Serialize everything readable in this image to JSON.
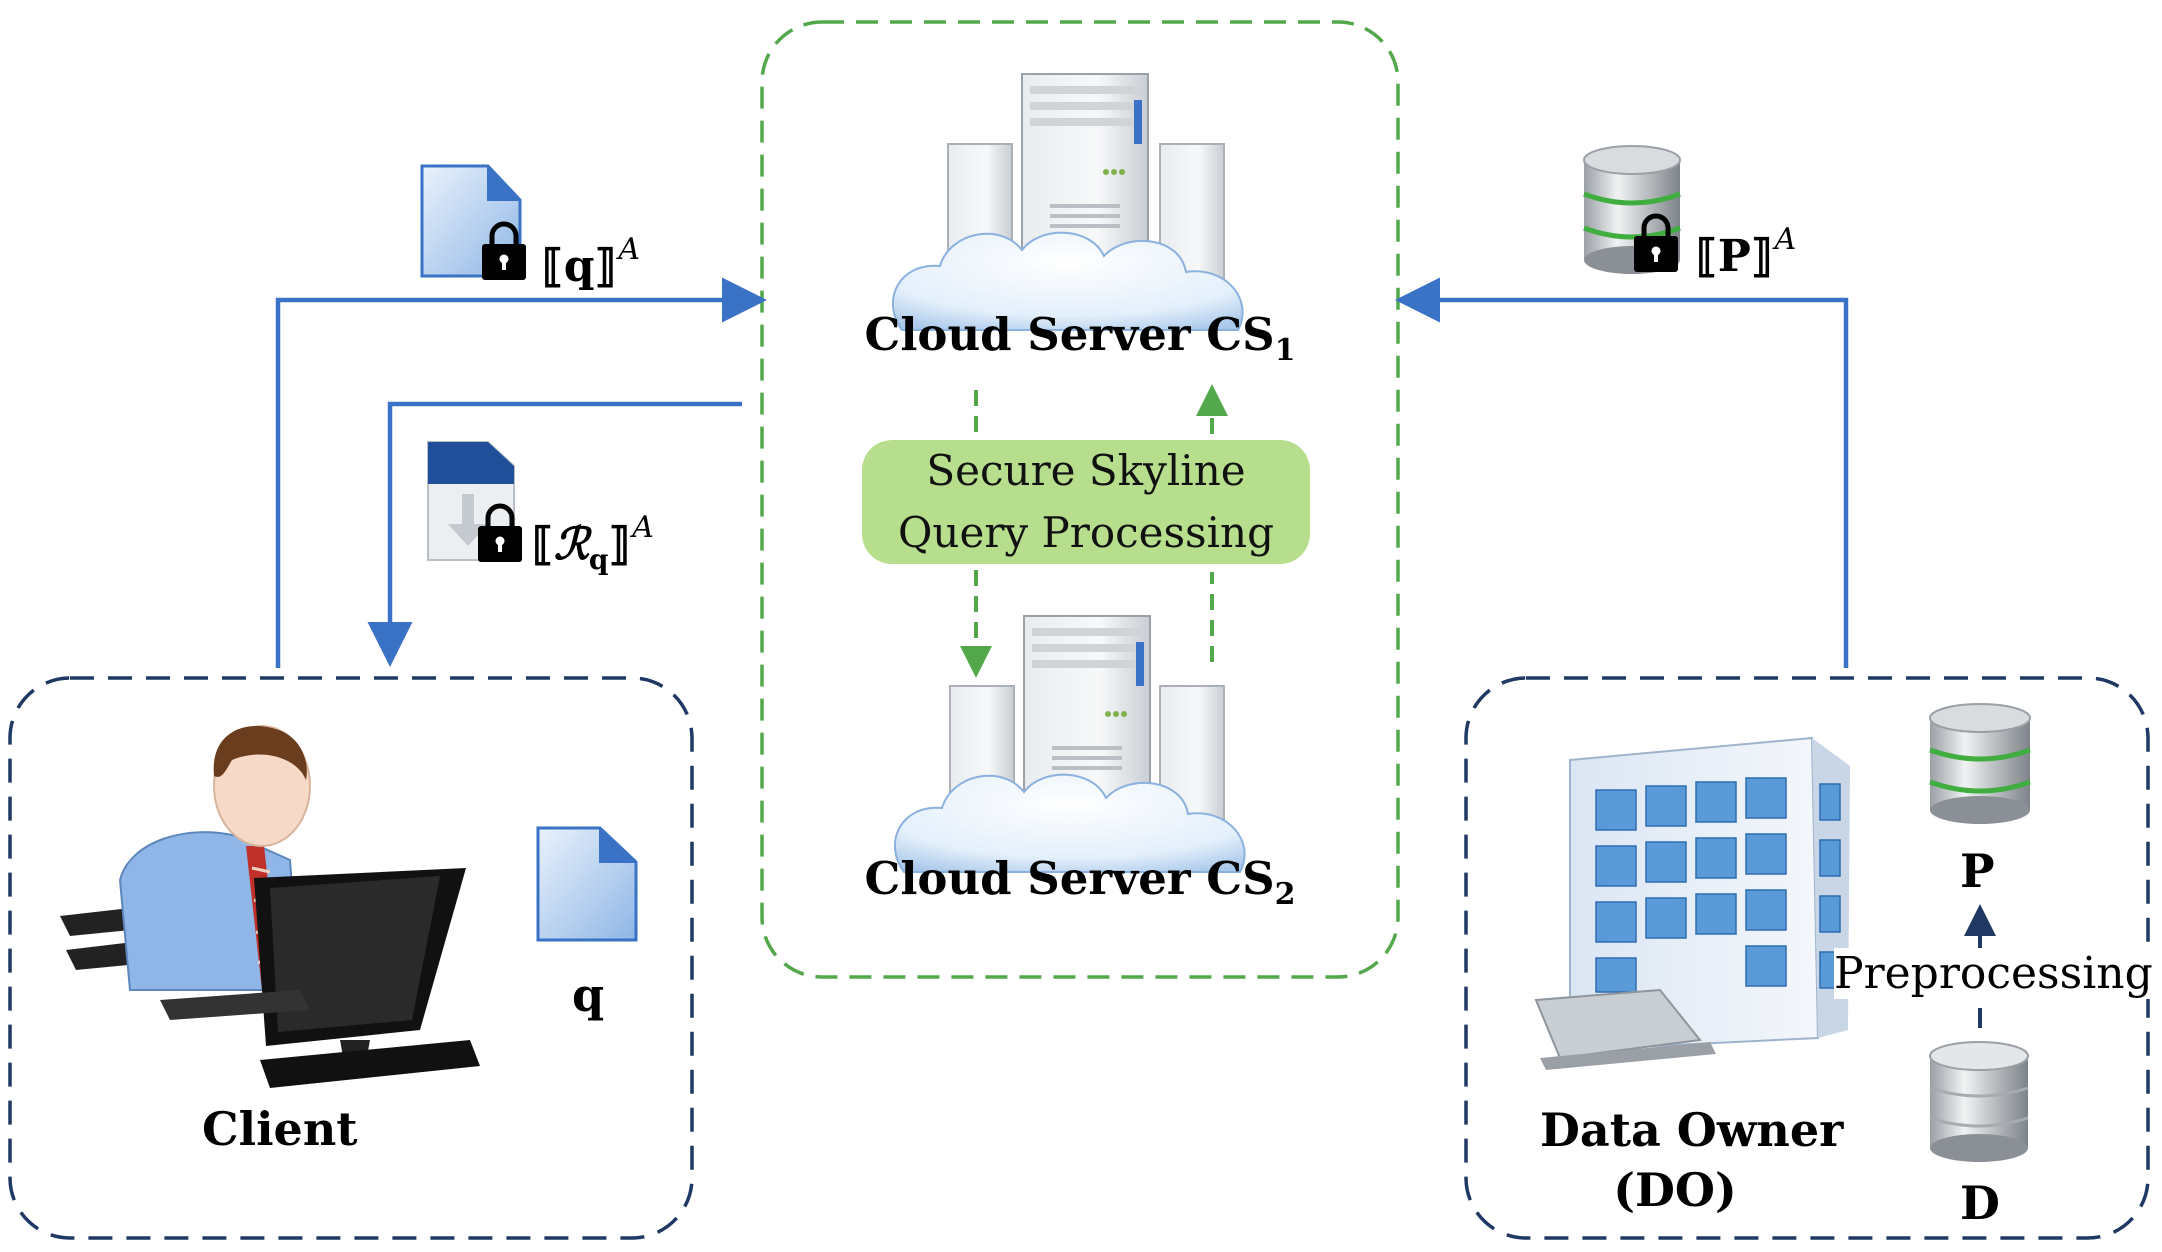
{
  "cloud": {
    "cs1_label": "Cloud Server CS",
    "cs1_sub": "1",
    "cs2_label": "Cloud Server CS",
    "cs2_sub": "2",
    "process_line1": "Secure Skyline",
    "process_line2": "Query Processing"
  },
  "client": {
    "label": "Client",
    "query_label": "q"
  },
  "owner": {
    "label_line1": "Data Owner",
    "label_line2": "(DO)",
    "p_label": "P",
    "d_label": "D",
    "preprocessing": "Preprocessing"
  },
  "messages": {
    "enc_q_base": "⟦q⟧",
    "enc_q_sup": "A",
    "enc_r_open": "⟦",
    "enc_r_script": "ℛ",
    "enc_r_sub": "q",
    "enc_r_close": "⟧",
    "enc_r_sup": "A",
    "enc_p_base": "⟦P⟧",
    "enc_p_sup": "A"
  },
  "colors": {
    "flow_arrow": "#3a73c6",
    "cloud_border": "#52a84b",
    "entity_border": "#1f3864",
    "process_box": "#b7de8d"
  },
  "icons": [
    "server-icon",
    "cloud-icon",
    "document-icon",
    "lock-icon",
    "database-icon",
    "user-at-computer-icon",
    "office-building-icon",
    "download-document-icon"
  ]
}
